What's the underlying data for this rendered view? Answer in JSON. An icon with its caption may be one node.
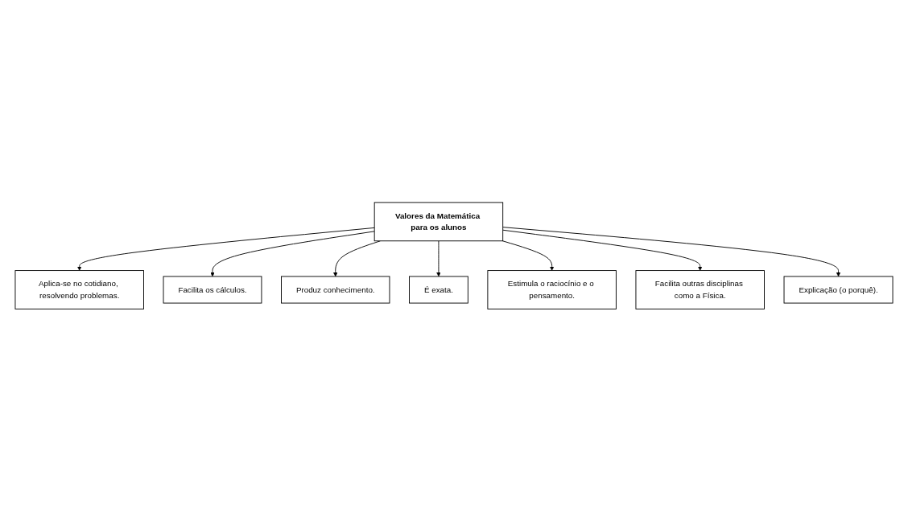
{
  "diagram": {
    "nodes": [
      {
        "text": [
          "Aplica-se no cotidiano, resolvendo problemas."
        ]
      },
      {
        "text": [
          "Facilita os cálculos."
        ]
      },
      {
        "text": [
          "Produz conhecimento."
        ]
      },
      {
        "text": [
          "Valores da Matemática para os alunos"
        ]
      },
      {
        "text": [
          "É exata."
        ]
      },
      {
        "text": [
          "Estimula o raciocínio e o pensamento."
        ]
      },
      {
        "text": [
          "Facilita outras disciplinas como a Física."
        ]
      },
      {
        "text": [
          "Explicação (o porquê)."
        ]
      }
    ],
    "edges": [
      {
        "from": 3,
        "to": 0,
        "arrow": "to"
      },
      {
        "from": 3,
        "to": 1,
        "arrow": "to"
      },
      {
        "from": 3,
        "to": 2,
        "arrow": "to"
      },
      {
        "from": 3,
        "to": 4,
        "arrow": "to"
      },
      {
        "from": 3,
        "to": 5,
        "arrow": "to"
      },
      {
        "from": 3,
        "to": 6,
        "arrow": "to"
      },
      {
        "from": 3,
        "to": 7,
        "arrow": "to"
      }
    ]
  }
}
